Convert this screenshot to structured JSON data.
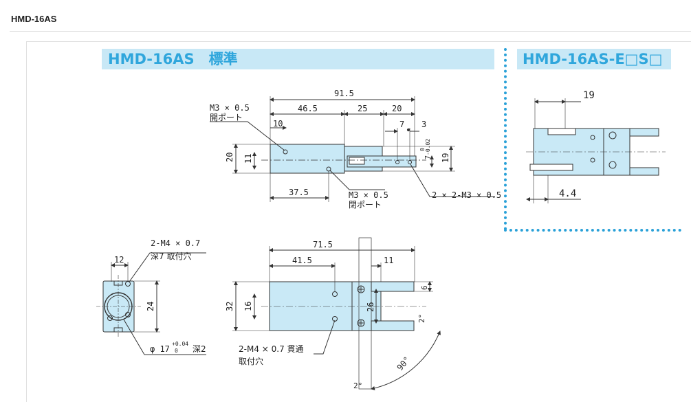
{
  "page": {
    "title": "HMD-16AS"
  },
  "headers": {
    "standard": "HMD-16AS　標準",
    "option": "HMD-16AS-E□S□"
  },
  "top_view": {
    "dims": {
      "overall": "91.5",
      "d46": "46.5",
      "d25": "25",
      "d20a": "20",
      "d10": "10",
      "d7a": "7",
      "d3": "3",
      "h20": "20",
      "h11": "11",
      "h19": "19",
      "d37": "37.5",
      "tol": "0",
      "tol2": "-0.02",
      "h7": "7"
    },
    "callouts": {
      "port_top_1": "M3 × 0.5",
      "port_top_2": "開ポート",
      "port_bot_1": "M3 × 0.5",
      "port_bot_2": "閉ポート",
      "holes": "2 × 2-M3 × 0.5"
    }
  },
  "end_view": {
    "dims": {
      "w12": "12",
      "h24": "24"
    },
    "callouts": {
      "tap_1": "2-M4 × 0.7",
      "tap_2": "深7 取付穴",
      "bore_a": "φ 17",
      "bore_tol_up": "+0.04",
      "bore_tol_lo": "0",
      "bore_b": "深2"
    }
  },
  "side_view": {
    "dims": {
      "w71": "71.5",
      "w41": "41.5",
      "w11": "11",
      "h32": "32",
      "h16": "16",
      "h26": "26",
      "h6": "6",
      "a2": "2°",
      "a90": "90°",
      "a2b": "2°"
    },
    "callouts": {
      "thru_1": "2-M4 × 0.7 貫通",
      "thru_2": "取付穴"
    }
  },
  "option_view": {
    "dims": {
      "w19": "19",
      "w44": "4.4"
    }
  },
  "colors": {
    "body": "#c9e9f6",
    "line": "#333333",
    "accent": "#2aa1d8"
  }
}
